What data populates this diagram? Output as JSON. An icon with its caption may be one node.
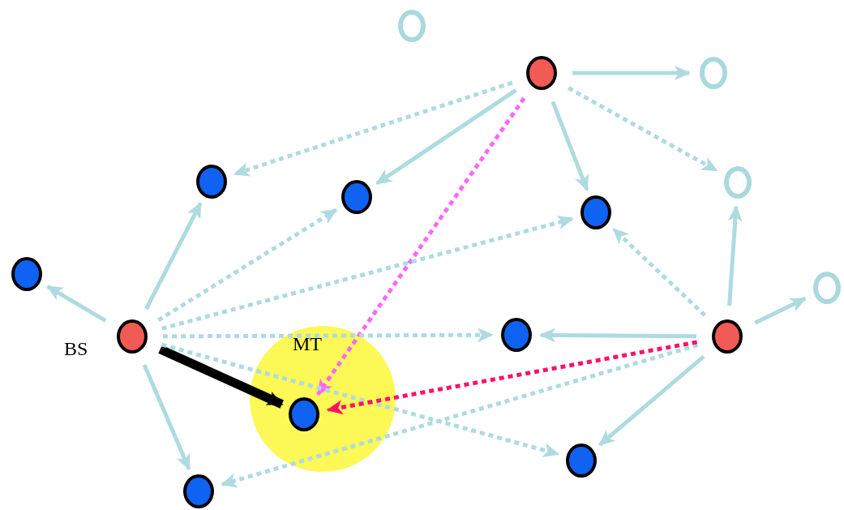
{
  "diagram": {
    "nodes": [
      {
        "text": [],
        "shape": "circle"
      },
      {
        "text": [],
        "shape": "circle"
      },
      {
        "text": [],
        "shape": "circle"
      },
      {
        "text": [],
        "shape": "circle"
      },
      {
        "text": [],
        "shape": "circle"
      },
      {
        "text": [],
        "shape": "circle"
      },
      {
        "text": [],
        "shape": "circle"
      },
      {
        "text": [],
        "shape": "circle"
      },
      {
        "text": [],
        "shape": "circle"
      },
      {
        "text": [],
        "shape": "circle"
      },
      {
        "text": [],
        "shape": "circle",
        "beside": [
          "BS"
        ]
      },
      {
        "text": [],
        "shape": "circle"
      },
      {
        "text": [],
        "shape": "circle",
        "beside": [
          "MT"
        ]
      },
      {
        "text": [],
        "shape": "circle"
      },
      {
        "text": [],
        "shape": "circle"
      }
    ],
    "edges": [
      {
        "from": 1,
        "to": 2,
        "arrow": "to"
      },
      {
        "from": 1,
        "to": 3,
        "arrow": "to",
        "style": "dashed"
      },
      {
        "from": 1,
        "to": 5,
        "arrow": "to"
      },
      {
        "from": 1,
        "to": 6,
        "arrow": "to"
      },
      {
        "from": 1,
        "to": 4,
        "arrow": "to",
        "style": "dashed"
      },
      {
        "from": 1,
        "to": 12,
        "arrow": "to",
        "style": "dashed",
        "color": "#ff66ff"
      },
      {
        "from": 10,
        "to": 7,
        "arrow": "to"
      },
      {
        "from": 10,
        "to": 3,
        "arrow": "to"
      },
      {
        "from": 10,
        "to": 5,
        "arrow": "to",
        "style": "dashed"
      },
      {
        "from": 10,
        "to": 6,
        "arrow": "to",
        "style": "dashed"
      },
      {
        "from": 10,
        "to": 9,
        "arrow": "to",
        "style": "dashed"
      },
      {
        "from": 10,
        "to": 12,
        "arrow": "to",
        "style": "thick",
        "color": "#000000"
      },
      {
        "from": 10,
        "to": 14,
        "arrow": "to"
      },
      {
        "from": 10,
        "to": 13,
        "arrow": "to",
        "style": "dashed"
      },
      {
        "from": 11,
        "to": 6,
        "arrow": "to",
        "style": "dashed"
      },
      {
        "from": 11,
        "to": 4,
        "arrow": "to"
      },
      {
        "from": 11,
        "to": 8,
        "arrow": "to"
      },
      {
        "from": 11,
        "to": 9,
        "arrow": "to"
      },
      {
        "from": 11,
        "to": 13,
        "arrow": "to"
      },
      {
        "from": 11,
        "to": 14,
        "arrow": "to",
        "style": "dashed"
      },
      {
        "from": 11,
        "to": 12,
        "arrow": "to",
        "style": "dashed",
        "color": "#ff1166"
      }
    ]
  }
}
